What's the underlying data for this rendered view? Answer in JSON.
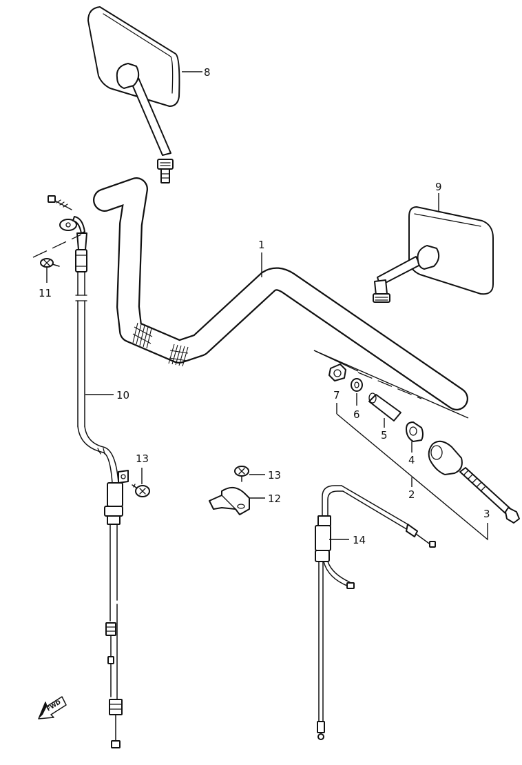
{
  "callouts": {
    "c1": "1",
    "c2": "2",
    "c3": "3",
    "c4": "4",
    "c5": "5",
    "c6": "6",
    "c7": "7",
    "c8": "8",
    "c9": "9",
    "c10": "10",
    "c11": "11",
    "c12": "12",
    "c13a": "13",
    "c13b": "13",
    "c14": "14"
  },
  "direction_arrow": {
    "label": "FWD"
  }
}
